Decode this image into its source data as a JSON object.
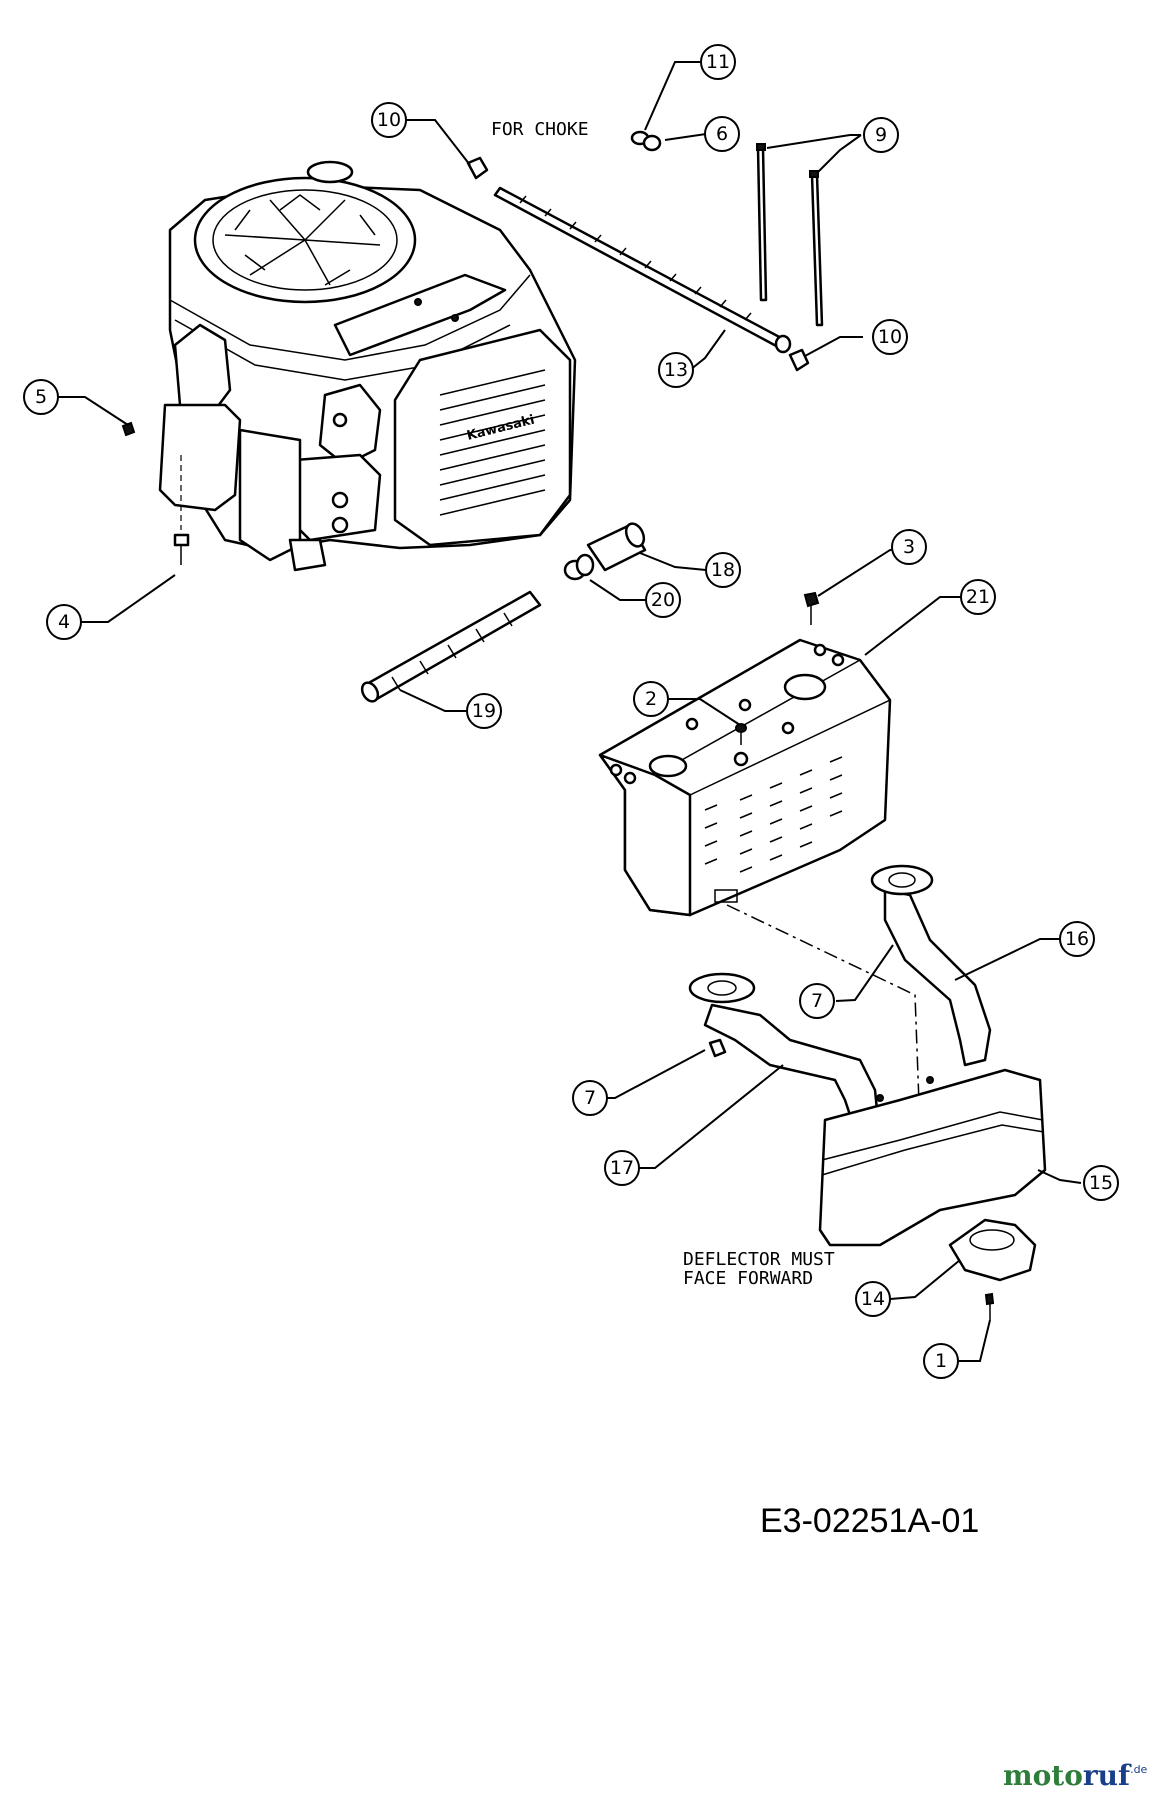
{
  "diagram": {
    "drawing_code": "E3-02251A-01",
    "notes": {
      "for_choke": "FOR CHOKE",
      "deflector_line1": "DEFLECTOR MUST",
      "deflector_line2": "FACE FORWARD"
    },
    "engine_brand_label": "Kawasaki",
    "callouts": [
      {
        "id": "c10a",
        "label": "10"
      },
      {
        "id": "c11",
        "label": "11"
      },
      {
        "id": "c6",
        "label": "6"
      },
      {
        "id": "c9",
        "label": "9"
      },
      {
        "id": "c10b",
        "label": "10"
      },
      {
        "id": "c13",
        "label": "13"
      },
      {
        "id": "c5",
        "label": "5"
      },
      {
        "id": "c4",
        "label": "4"
      },
      {
        "id": "c18",
        "label": "18"
      },
      {
        "id": "c20",
        "label": "20"
      },
      {
        "id": "c3",
        "label": "3"
      },
      {
        "id": "c21",
        "label": "21"
      },
      {
        "id": "c2",
        "label": "2"
      },
      {
        "id": "c19",
        "label": "19"
      },
      {
        "id": "c16",
        "label": "16"
      },
      {
        "id": "c7a",
        "label": "7"
      },
      {
        "id": "c7b",
        "label": "7"
      },
      {
        "id": "c17",
        "label": "17"
      },
      {
        "id": "c15",
        "label": "15"
      },
      {
        "id": "c14",
        "label": "14"
      },
      {
        "id": "c1",
        "label": "1"
      }
    ]
  },
  "watermark": {
    "brand_main_1": "moto",
    "brand_main_2": "ruf",
    "brand_suffix": ".de"
  }
}
